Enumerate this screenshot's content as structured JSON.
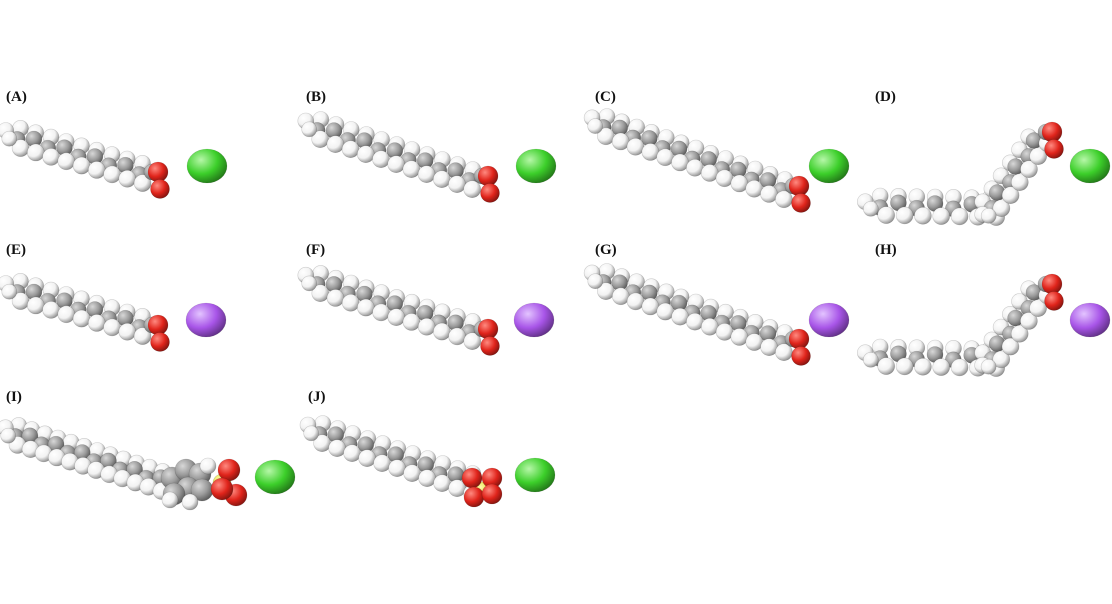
{
  "figure": {
    "panels": [
      {
        "label": "(A)",
        "chain": 9,
        "headgroup": "carboxylate",
        "shape": "straight",
        "ion": "green"
      },
      {
        "label": "(B)",
        "chain": 11,
        "headgroup": "carboxylate",
        "shape": "straight",
        "ion": "green"
      },
      {
        "label": "(C)",
        "chain": 13,
        "headgroup": "carboxylate",
        "shape": "straight",
        "ion": "green"
      },
      {
        "label": "(D)",
        "chain": 13,
        "headgroup": "carboxylate",
        "shape": "kinked",
        "ion": "green"
      },
      {
        "label": "(E)",
        "chain": 9,
        "headgroup": "carboxylate",
        "shape": "straight",
        "ion": "purple"
      },
      {
        "label": "(F)",
        "chain": 11,
        "headgroup": "carboxylate",
        "shape": "straight",
        "ion": "purple"
      },
      {
        "label": "(G)",
        "chain": 13,
        "headgroup": "carboxylate",
        "shape": "straight",
        "ion": "purple"
      },
      {
        "label": "(H)",
        "chain": 13,
        "headgroup": "carboxylate",
        "shape": "kinked",
        "ion": "purple"
      },
      {
        "label": "(I)",
        "chain": 12,
        "headgroup": "benzenesulfonate",
        "shape": "straight",
        "ion": "green"
      },
      {
        "label": "(J)",
        "chain": 11,
        "headgroup": "sulfate",
        "shape": "straight",
        "ion": "green"
      }
    ],
    "colors": {
      "hydrogen": "#f2f2f2",
      "carbon": "#9a9a9a",
      "oxygen": "#e0241b",
      "sulfur": "#e8e04a",
      "ion_green": "#3ccf2a",
      "ion_purple": "#a855e8"
    }
  }
}
